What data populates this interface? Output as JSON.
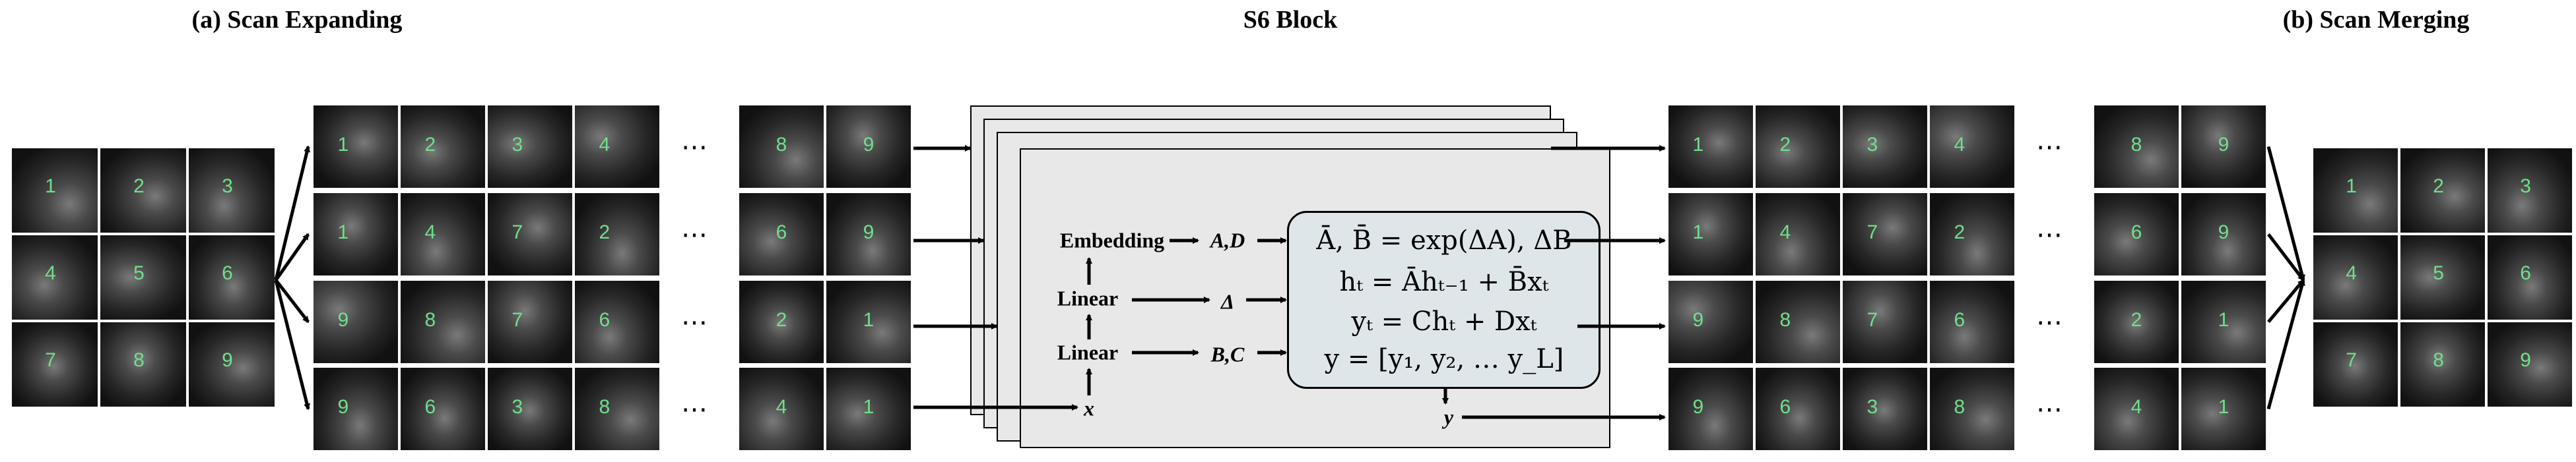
{
  "titles": {
    "scan_expanding": "(a) Scan Expanding",
    "s6_block": "S6 Block",
    "scan_merging": "(b) Scan Merging"
  },
  "input_grid": [
    [
      "1",
      "2",
      "3"
    ],
    [
      "4",
      "5",
      "6"
    ],
    [
      "7",
      "8",
      "9"
    ]
  ],
  "expanded_rows": [
    [
      "1",
      "2",
      "3",
      "4"
    ],
    [
      "1",
      "4",
      "7",
      "2"
    ],
    [
      "9",
      "8",
      "7",
      "6"
    ],
    [
      "9",
      "6",
      "3",
      "8"
    ]
  ],
  "expanded_tail": [
    [
      "8",
      "9"
    ],
    [
      "6",
      "9"
    ],
    [
      "2",
      "1"
    ],
    [
      "4",
      "1"
    ]
  ],
  "ellipsis": "⋯",
  "s6": {
    "embedding": "Embedding",
    "linear_top": "Linear",
    "linear_bottom": "Linear",
    "a_d": "A,D",
    "delta": "Δ",
    "b_c": "B,C",
    "x": "x",
    "y": "y",
    "eq1": "Ā, B̄ = exp(ΔA), ΔB",
    "eq2": "hₜ = Āhₜ₋₁ + B̄xₜ",
    "eq3": "yₜ = Chₜ + Dxₜ",
    "eq4": "y = [y₁, y₂, … y_L]"
  },
  "output_grid": [
    [
      "1",
      "2",
      "3"
    ],
    [
      "4",
      "5",
      "6"
    ],
    [
      "7",
      "8",
      "9"
    ]
  ],
  "colors": {
    "label_green": "#6fe08a",
    "card_fill": "#e8e8e8",
    "eqbox_fill": "#dfe6ea"
  }
}
